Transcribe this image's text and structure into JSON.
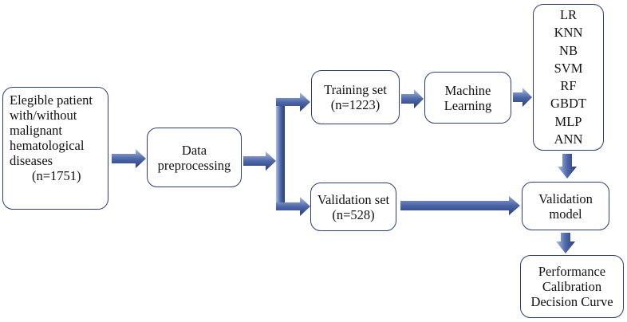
{
  "diagram": {
    "patients": {
      "lines": [
        "Elegible patient",
        "with/without",
        "malignant",
        "hematological",
        "diseases"
      ],
      "count": "(n=1751)"
    },
    "preprocessing": {
      "lines": [
        "Data",
        "preprocessing"
      ]
    },
    "training_set": {
      "lines": [
        "Training set",
        "(n=1223)"
      ]
    },
    "machine_learning": {
      "lines": [
        "Machine",
        "Learning"
      ]
    },
    "models": [
      "LR",
      "KNN",
      "NB",
      "SVM",
      "RF",
      "GBDT",
      "MLP",
      "ANN"
    ],
    "validation_set": {
      "lines": [
        "Validation set",
        "(n=528)"
      ]
    },
    "validation_model": {
      "lines": [
        "Validation",
        "model"
      ]
    },
    "performance": {
      "lines": [
        "Performance",
        "Calibration",
        "Decision Curve"
      ]
    }
  },
  "colors": {
    "arrow_dark": "#2e4586",
    "arrow_mid": "#5a75b4",
    "arrow_light": "#9fb2da",
    "border": "#2b3e78"
  }
}
